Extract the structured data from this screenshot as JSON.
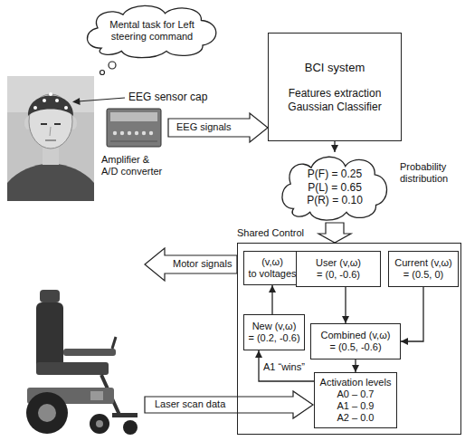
{
  "diagram": {
    "nodes": [
      {
        "text": [
          "Mental task for Left steering command"
        ]
      },
      {
        "text": [
          "BCI system",
          "Features extraction Gaussian Classifier"
        ]
      },
      {
        "text": [
          "P(F) = 0.25",
          "P(L) = 0.65",
          "P(R) = 0.10"
        ]
      },
      {
        "text": [
          "Shared Control"
        ]
      },
      {
        "text": [
          "(v,ω)",
          "to voltages"
        ],
        "in": 3
      },
      {
        "text": [
          "User (v,ω)",
          "= (0, -0.6)"
        ],
        "in": 3
      },
      {
        "text": [
          "Current (v,ω)",
          "= (0.5, 0)"
        ],
        "in": 3
      },
      {
        "text": [
          "New (v,ω)",
          "= (0.2, -0.6)"
        ],
        "in": 3
      },
      {
        "text": [
          "Combined (v,ω)",
          "= (0.5, -0.6)"
        ],
        "in": 3
      },
      {
        "text": [
          "Activation levels",
          "A0 – 0.7",
          "A1 – 0.9",
          "A2 – 0.0"
        ],
        "in": 3
      }
    ],
    "edges": [
      {
        "from": 1,
        "to": 2,
        "arrow": "to"
      },
      {
        "from": 2,
        "to": 3,
        "arrow": "to"
      },
      {
        "from": 5,
        "to": 8,
        "arrow": "to"
      },
      {
        "from": 6,
        "to": 8,
        "arrow": "to"
      },
      {
        "from": 8,
        "to": 9,
        "arrow": "to"
      },
      {
        "from": 9,
        "to": 7,
        "arrow": "to",
        "label": "A1 “wins”"
      },
      {
        "from": 7,
        "to": 4,
        "arrow": "to"
      }
    ],
    "labels": [
      "EEG sensor cap",
      "EEG signals",
      "Amplifier & A/D converter",
      "Probability distribution",
      "Motor signals",
      "Laser scan data"
    ]
  }
}
